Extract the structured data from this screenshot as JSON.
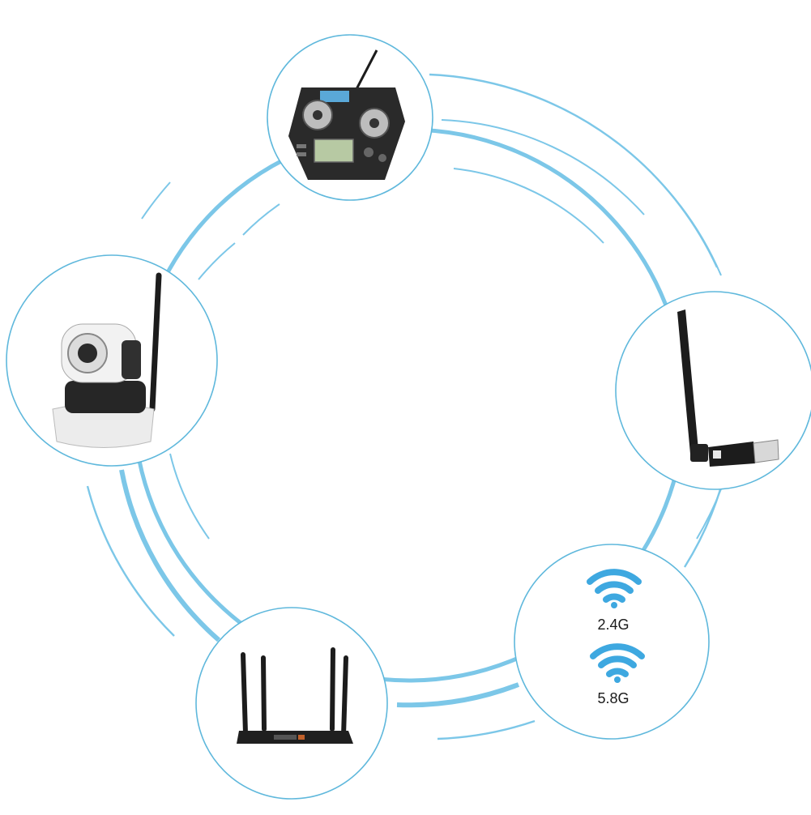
{
  "nodes": [
    {
      "id": "rc-transmitter",
      "device": "rc-transmitter"
    },
    {
      "id": "ip-camera",
      "device": "ip-camera"
    },
    {
      "id": "usb-wifi-adapter",
      "device": "usb-wifi-adapter"
    },
    {
      "id": "wifi-bands",
      "device": "dual-band-wifi",
      "bands": [
        {
          "label": "2.4G"
        },
        {
          "label": "5.8G"
        }
      ]
    },
    {
      "id": "wifi-router",
      "device": "wifi-router"
    }
  ],
  "colors": {
    "ring": "#7cc7e8",
    "ring_dark": "#4fb3e0",
    "node_border": "#5fb8dc",
    "wifi_icon": "#3ea8e0",
    "device_black": "#1c1c1c",
    "camera_white": "#ececec"
  },
  "icons": [
    "wifi-icon",
    "antenna-icon",
    "usb-plug-icon"
  ]
}
